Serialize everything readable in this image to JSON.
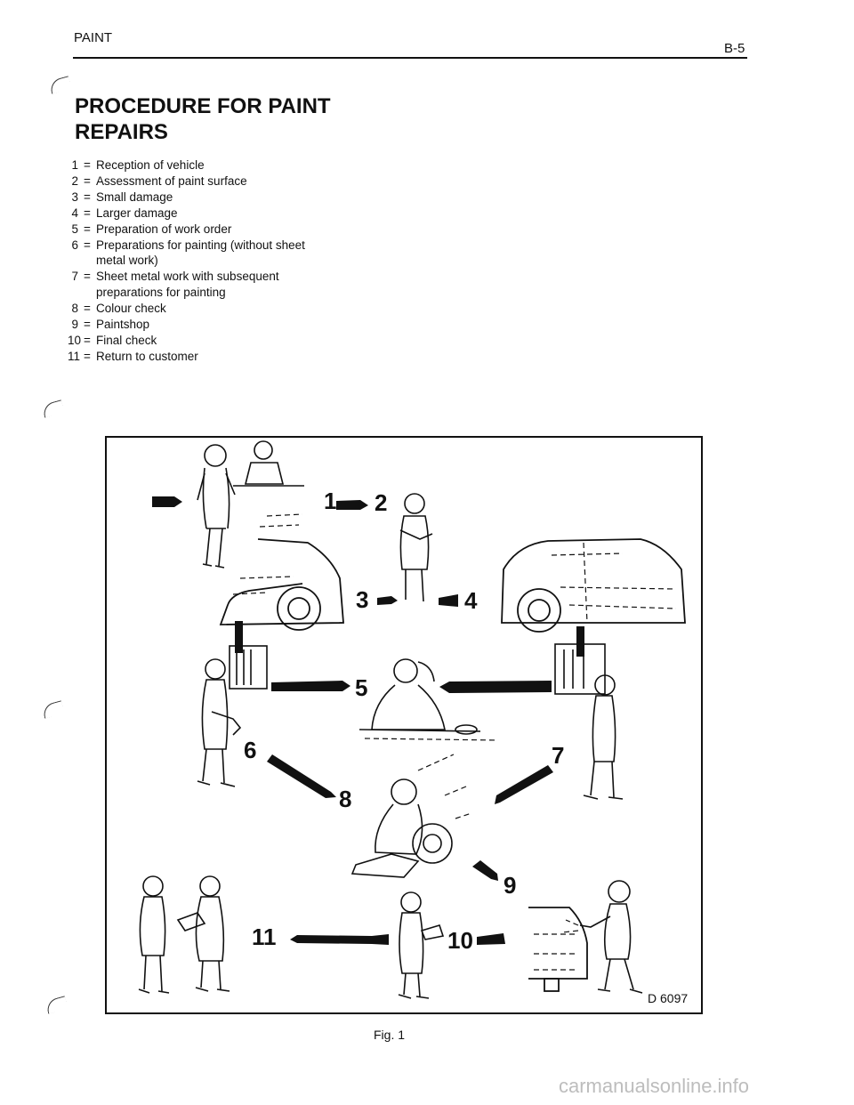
{
  "header": {
    "section": "PAINT",
    "page": "B-5"
  },
  "title": {
    "line1": "PROCEDURE FOR PAINT",
    "line2": "REPAIRS"
  },
  "legend": [
    {
      "num": "1",
      "eq": "=",
      "text": "Reception of vehicle",
      "cont": ""
    },
    {
      "num": "2",
      "eq": "=",
      "text": "Assessment of paint surface",
      "cont": ""
    },
    {
      "num": "3",
      "eq": "=",
      "text": "Small damage",
      "cont": ""
    },
    {
      "num": "4",
      "eq": "=",
      "text": "Larger damage",
      "cont": ""
    },
    {
      "num": "5",
      "eq": "=",
      "text": "Preparation of work order",
      "cont": ""
    },
    {
      "num": "6",
      "eq": "=",
      "text": "Preparations for painting (without sheet",
      "cont": "metal work)"
    },
    {
      "num": "7",
      "eq": "=",
      "text": "Sheet metal work with subsequent",
      "cont": "preparations for painting"
    },
    {
      "num": "8",
      "eq": "=",
      "text": "Colour check",
      "cont": ""
    },
    {
      "num": "9",
      "eq": "=",
      "text": "Paintshop",
      "cont": ""
    },
    {
      "num": "10",
      "eq": "=",
      "text": "Final check",
      "cont": ""
    },
    {
      "num": "11",
      "eq": "=",
      "text": "Return to customer",
      "cont": ""
    }
  ],
  "figure": {
    "steps": [
      "1",
      "2",
      "3",
      "4",
      "5",
      "6",
      "7",
      "8",
      "9",
      "10",
      "11"
    ],
    "code": "D 6097",
    "caption": "Fig. 1"
  },
  "watermark": "carmanualsonline.info"
}
